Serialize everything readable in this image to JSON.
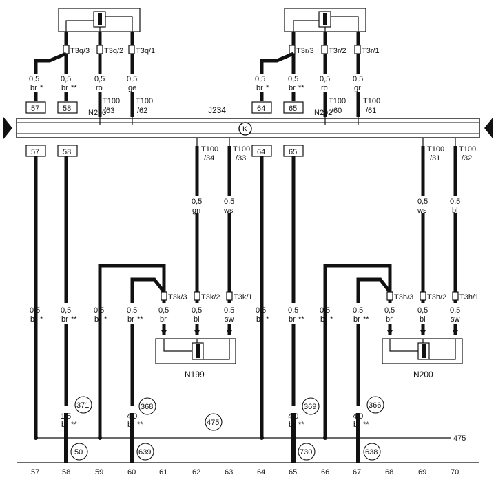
{
  "bar": {
    "label": "J234",
    "symbol": "K"
  },
  "bar_pins": [
    {
      "l1": "N200",
      "l2": ""
    },
    {
      "l1": "T100",
      "l2": "/63"
    },
    {
      "l1": "T100",
      "l2": "/62"
    },
    {
      "l1": "N202",
      "l2": ""
    },
    {
      "l1": "T100",
      "l2": "/60"
    },
    {
      "l1": "T100",
      "l2": "/61"
    },
    {
      "l1": "T100",
      "l2": "/34"
    },
    {
      "l1": "T100",
      "l2": "/33"
    },
    {
      "l1": "T100",
      "l2": "/31"
    },
    {
      "l1": "T100",
      "l2": "/32"
    }
  ],
  "connectors_top_left": [
    "T3q/3",
    "T3q/2",
    "T3q/1"
  ],
  "connectors_top_right": [
    "T3r/3",
    "T3r/2",
    "T3r/1"
  ],
  "connectors_n199": [
    "T3k/3",
    "T3k/2",
    "T3k/1"
  ],
  "connectors_n200": [
    "T3h/3",
    "T3h/2",
    "T3h/1"
  ],
  "wires_top": [
    {
      "size": "0,5",
      "color": "br",
      "mark": "*"
    },
    {
      "size": "0,5",
      "color": "br",
      "mark": "**"
    },
    {
      "size": "0,5",
      "color": "ro",
      "mark": ""
    },
    {
      "size": "0,5",
      "color": "ge",
      "mark": ""
    },
    {
      "size": "0,5",
      "color": "br",
      "mark": "*"
    },
    {
      "size": "0,5",
      "color": "br",
      "mark": "**"
    },
    {
      "size": "0,5",
      "color": "ro",
      "mark": ""
    },
    {
      "size": "0,5",
      "color": "gr",
      "mark": ""
    }
  ],
  "wires_mid": [
    {
      "size": "0,5",
      "color": "gn",
      "mark": ""
    },
    {
      "size": "0,5",
      "color": "ws",
      "mark": ""
    },
    {
      "size": "0,5",
      "color": "ws",
      "mark": ""
    },
    {
      "size": "0,5",
      "color": "bl",
      "mark": ""
    }
  ],
  "wires_lower": [
    {
      "size": "0,5",
      "color": "br",
      "mark": "*"
    },
    {
      "size": "0,5",
      "color": "br",
      "mark": "**"
    },
    {
      "size": "0,5",
      "color": "br",
      "mark": "*"
    },
    {
      "size": "0,5",
      "color": "br",
      "mark": "**"
    },
    {
      "size": "0,5",
      "color": "br",
      "mark": ""
    },
    {
      "size": "0,5",
      "color": "bl",
      "mark": ""
    },
    {
      "size": "0,5",
      "color": "sw",
      "mark": ""
    },
    {
      "size": "0,5",
      "color": "br",
      "mark": "*"
    },
    {
      "size": "0,5",
      "color": "br",
      "mark": "**"
    },
    {
      "size": "0,5",
      "color": "br",
      "mark": "*"
    },
    {
      "size": "0,5",
      "color": "br",
      "mark": "**"
    },
    {
      "size": "0,5",
      "color": "br",
      "mark": ""
    },
    {
      "size": "0,5",
      "color": "bl",
      "mark": ""
    },
    {
      "size": "0,5",
      "color": "sw",
      "mark": ""
    }
  ],
  "wires_bottom": [
    {
      "size": "1,5",
      "color": "br",
      "mark": "**"
    },
    {
      "size": "4,0",
      "color": "br",
      "mark": "**"
    },
    {
      "size": "4,0",
      "color": "br",
      "mark": "**"
    },
    {
      "size": "4,0",
      "color": "br",
      "mark": "**"
    }
  ],
  "terminal_boxes": [
    "57",
    "58",
    "64",
    "65",
    "57",
    "58",
    "64",
    "65"
  ],
  "components": {
    "left": "N199",
    "right": "N200"
  },
  "circled_refs": [
    "371",
    "368",
    "475",
    "369",
    "366",
    "50",
    "639",
    "730",
    "638"
  ],
  "ground_label": "475",
  "columns": [
    "57",
    "58",
    "59",
    "60",
    "61",
    "62",
    "63",
    "64",
    "65",
    "66",
    "67",
    "68",
    "69",
    "70"
  ]
}
